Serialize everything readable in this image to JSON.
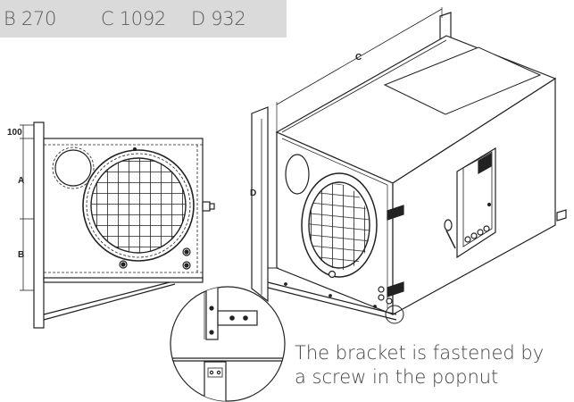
{
  "dimensions_bar": {
    "b": "B 270",
    "c": "C 1092",
    "d": "D 932"
  },
  "labels": {
    "dim_100": "100",
    "dim_a": "A",
    "dim_b": "B",
    "dim_c": "C",
    "dim_d": "D"
  },
  "caption": {
    "line1": "The bracket is fastened by",
    "line2": "a screw in the popnut"
  }
}
